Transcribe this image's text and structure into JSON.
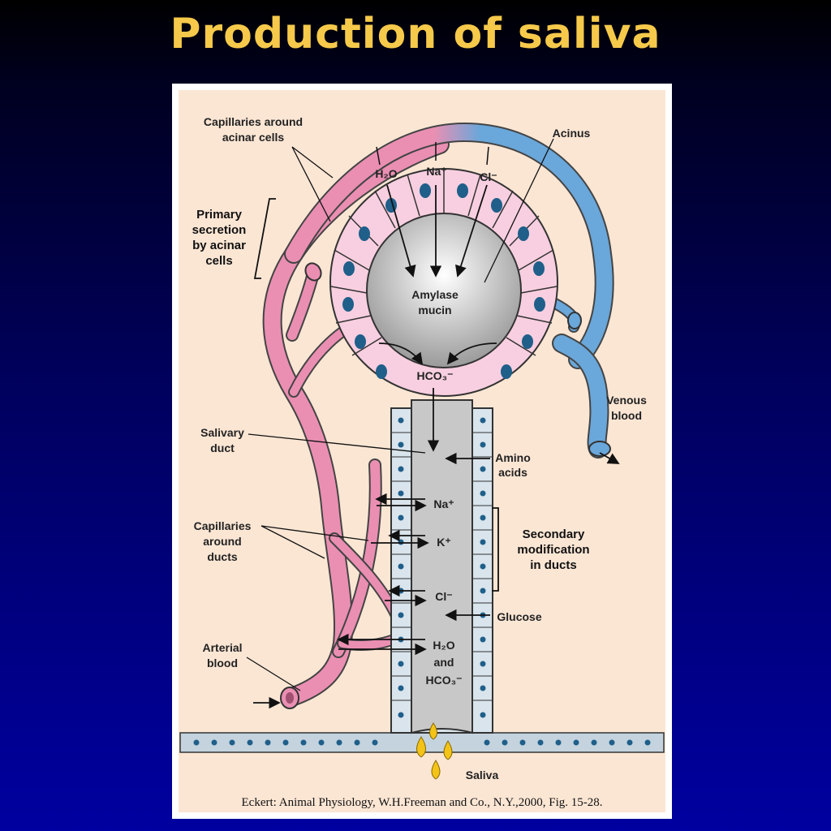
{
  "title": "Production of saliva",
  "citation": "Eckert: Animal Physiology, W.H.Freeman and Co., N.Y.,2000, Fig. 15-28.",
  "labels": {
    "cap_acinar_1": "Capillaries around",
    "cap_acinar_2": "acinar cells",
    "acinus": "Acinus",
    "primary_1": "Primary",
    "primary_2": "secretion",
    "primary_3": "by acinar",
    "primary_4": "cells",
    "h2o_top": "H₂O",
    "na_top": "Na⁺",
    "cl_top": "Cl⁻",
    "amylase_1": "Amylase",
    "amylase_2": "mucin",
    "hco3_top": "HCO₃⁻",
    "venous_1": "Venous",
    "venous_2": "blood",
    "duct_1": "Salivary",
    "duct_2": "duct",
    "amino_1": "Amino",
    "amino_2": "acids",
    "na_mid": "Na⁺",
    "k_mid": "K⁺",
    "cl_mid": "Cl⁻",
    "secondary_1": "Secondary",
    "secondary_2": "modification",
    "secondary_3": "in ducts",
    "cap_ducts_1": "Capillaries",
    "cap_ducts_2": "around",
    "cap_ducts_3": "ducts",
    "glucose": "Glucose",
    "h2o_bot": "H₂O",
    "and": "and",
    "hco3_bot": "HCO₃⁻",
    "arterial_1": "Arterial",
    "arterial_2": "blood",
    "saliva": "Saliva"
  },
  "colors": {
    "title": "#f6c94a",
    "background_beige": "#fbe6d4",
    "artery_pink": "#ea8fb2",
    "vein_blue": "#6aa7da",
    "cell_pink": "#f8cfe0",
    "nucleus": "#1f5f8a",
    "duct_cell": "#d9e4ec",
    "lumen_gray": "#c8c8c8",
    "saliva_yellow": "#f3c318"
  }
}
